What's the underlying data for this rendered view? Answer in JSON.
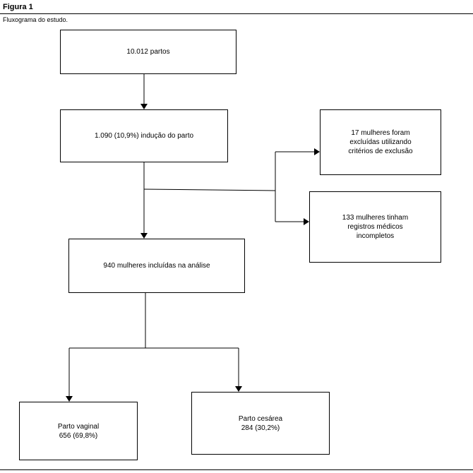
{
  "figure": {
    "title": "Figura 1",
    "subtitle": "Fluxograma do estudo."
  },
  "nodes": {
    "partos": "10.012  partos",
    "inducao": "1.090 (10,9%) indução do parto",
    "excluidas_criterios": "17 mulheres foram\nexcluídas utilizando\ncritérios de exclusão",
    "registros_incompletos": "133 mulheres tinham\nregistros médicos\nincompletos",
    "incluidas": "940 mulheres incluídas na análise",
    "parto_vaginal": "Parto vaginal\n656 (69,8%)",
    "parto_cesarea": "Parto cesárea\n284 (30,2%)"
  }
}
